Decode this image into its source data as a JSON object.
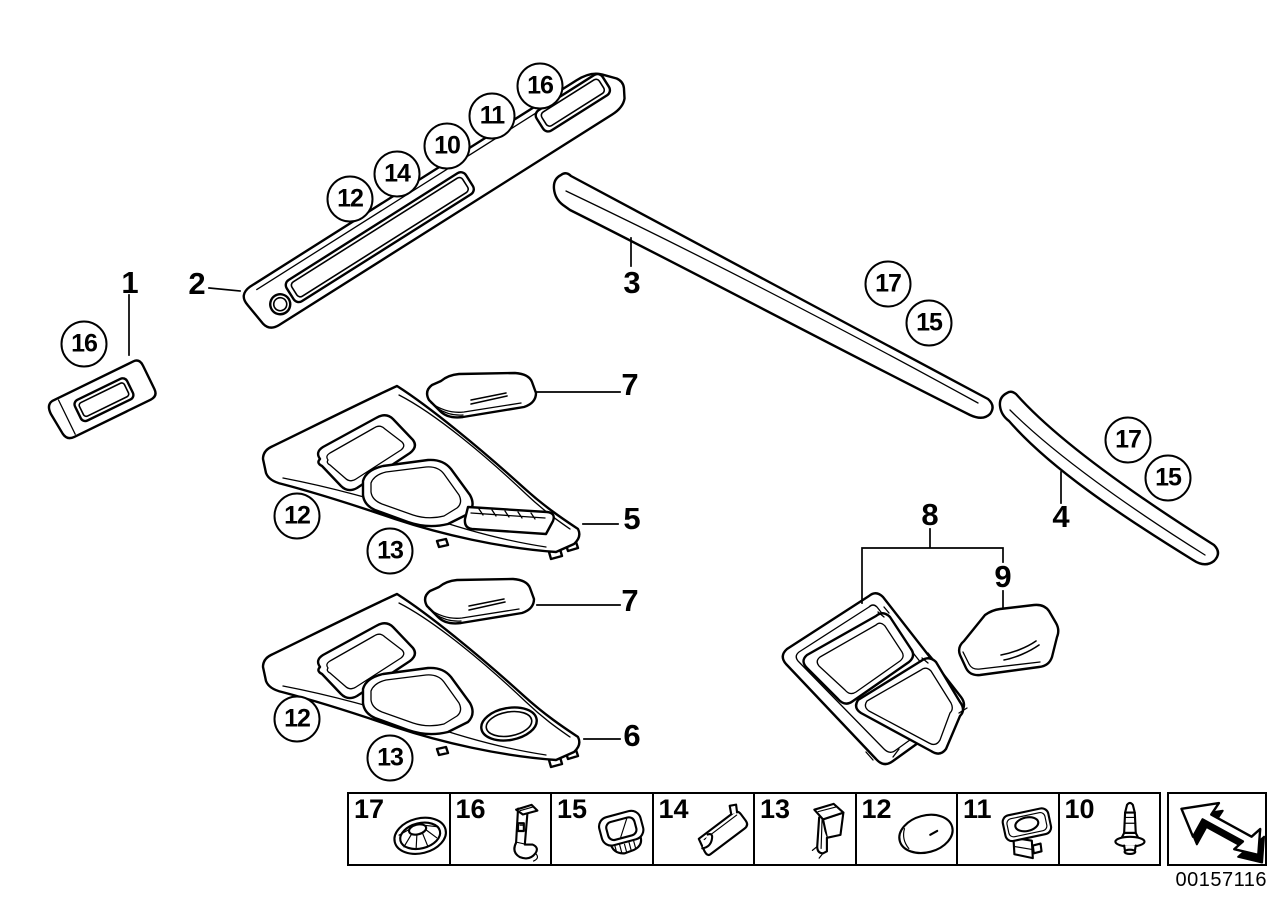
{
  "meta": {
    "doc_number": "00157116",
    "line_color": "#000000",
    "background_color": "#ffffff"
  },
  "callouts": [
    {
      "label": "16"
    },
    {
      "label": "11"
    },
    {
      "label": "10"
    },
    {
      "label": "14"
    },
    {
      "label": "12"
    },
    {
      "label": "16"
    },
    {
      "label": "17"
    },
    {
      "label": "15"
    },
    {
      "label": "17"
    },
    {
      "label": "15"
    },
    {
      "label": "12"
    },
    {
      "label": "13"
    },
    {
      "label": "12"
    },
    {
      "label": "13"
    }
  ],
  "part_labels": [
    {
      "label": "1"
    },
    {
      "label": "2"
    },
    {
      "label": "3"
    },
    {
      "label": "7"
    },
    {
      "label": "5"
    },
    {
      "label": "7"
    },
    {
      "label": "6"
    },
    {
      "label": "8"
    },
    {
      "label": "9"
    },
    {
      "label": "4"
    }
  ],
  "legend": {
    "items": [
      {
        "number": "17",
        "icon": "speed-nut-icon"
      },
      {
        "number": "16",
        "icon": "clamp-clip-icon"
      },
      {
        "number": "15",
        "icon": "grommet-icon"
      },
      {
        "number": "14",
        "icon": "spring-clip-icon"
      },
      {
        "number": "13",
        "icon": "snap-clip-icon"
      },
      {
        "number": "12",
        "icon": "oval-cap-icon"
      },
      {
        "number": "11",
        "icon": "clip-nut-icon"
      },
      {
        "number": "10",
        "icon": "expansion-rivet-icon"
      }
    ]
  }
}
